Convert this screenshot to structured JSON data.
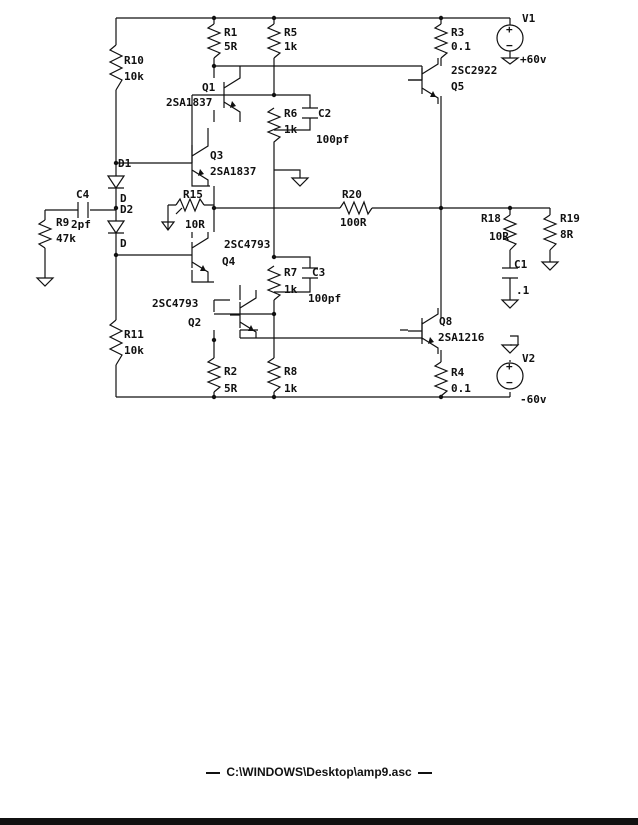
{
  "schematic": {
    "components": {
      "R1": {
        "name": "R1",
        "value": "5R"
      },
      "R2": {
        "name": "R2",
        "value": "5R"
      },
      "R3": {
        "name": "R3",
        "value": "0.1"
      },
      "R4": {
        "name": "R4",
        "value": "0.1"
      },
      "R5": {
        "name": "R5",
        "value": "1k"
      },
      "R6": {
        "name": "R6",
        "value": "1k"
      },
      "R7": {
        "name": "R7",
        "value": "1k"
      },
      "R8": {
        "name": "R8",
        "value": "1k"
      },
      "R9": {
        "name": "R9",
        "value": "47k"
      },
      "R10": {
        "name": "R10",
        "value": "10k"
      },
      "R11": {
        "name": "R11",
        "value": "10k"
      },
      "R15": {
        "name": "R15",
        "value": "10R"
      },
      "R18": {
        "name": "R18",
        "value": "10R"
      },
      "R19": {
        "name": "R19",
        "value": "8R"
      },
      "R20": {
        "name": "R20",
        "value": "100R"
      },
      "C1": {
        "name": "C1",
        "value": ".1"
      },
      "C2": {
        "name": "C2",
        "value": "100pf"
      },
      "C3": {
        "name": "C3",
        "value": "100pf"
      },
      "C4": {
        "name": "C4",
        "value": "2pf"
      },
      "D1": {
        "name": "D1",
        "value": "D"
      },
      "D2": {
        "name": "D2",
        "value": "D"
      },
      "Q1": {
        "name": "Q1",
        "value": "2SA1837"
      },
      "Q2": {
        "name": "Q2",
        "value": "2SC4793"
      },
      "Q3": {
        "name": "Q3",
        "value": "2SA1837"
      },
      "Q4": {
        "name": "Q4",
        "value": "2SC4793"
      },
      "Q5": {
        "name": "Q5",
        "value": "2SC2922"
      },
      "Q8": {
        "name": "Q8",
        "value": "2SA1216"
      },
      "V1": {
        "name": "V1",
        "value": "+60v"
      },
      "V2": {
        "name": "V2",
        "value": "-60v"
      }
    },
    "symbols": {
      "plus": "+",
      "minus": "−"
    }
  },
  "footer": {
    "path": "C:\\WINDOWS\\Desktop\\amp9.asc"
  }
}
